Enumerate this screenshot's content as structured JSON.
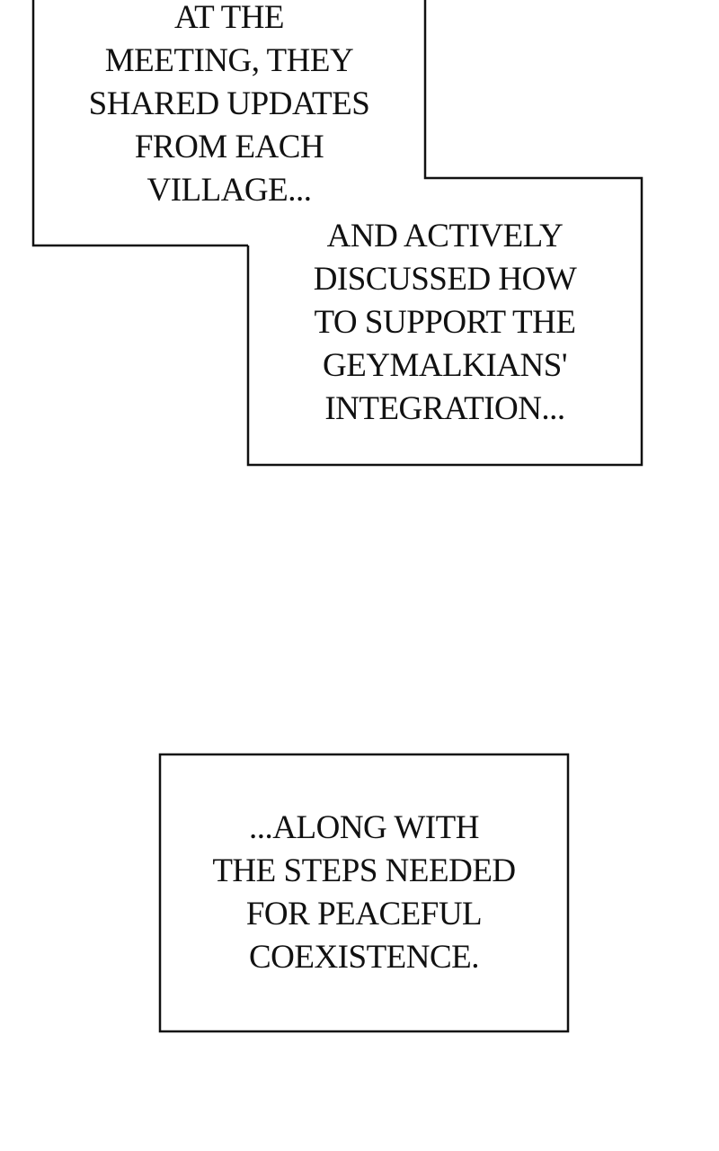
{
  "captions": [
    {
      "lines": [
        "AT THE",
        "MEETING, THEY",
        "SHARED UPDATES",
        "FROM EACH",
        "VILLAGE..."
      ]
    },
    {
      "lines": [
        "AND ACTIVELY",
        "DISCUSSED HOW",
        "TO SUPPORT THE",
        "GEYMALKIANS'",
        "INTEGRATION..."
      ]
    },
    {
      "lines": [
        "...ALONG WITH",
        "THE STEPS NEEDED",
        "FOR PEACEFUL",
        "COEXISTENCE."
      ]
    }
  ]
}
